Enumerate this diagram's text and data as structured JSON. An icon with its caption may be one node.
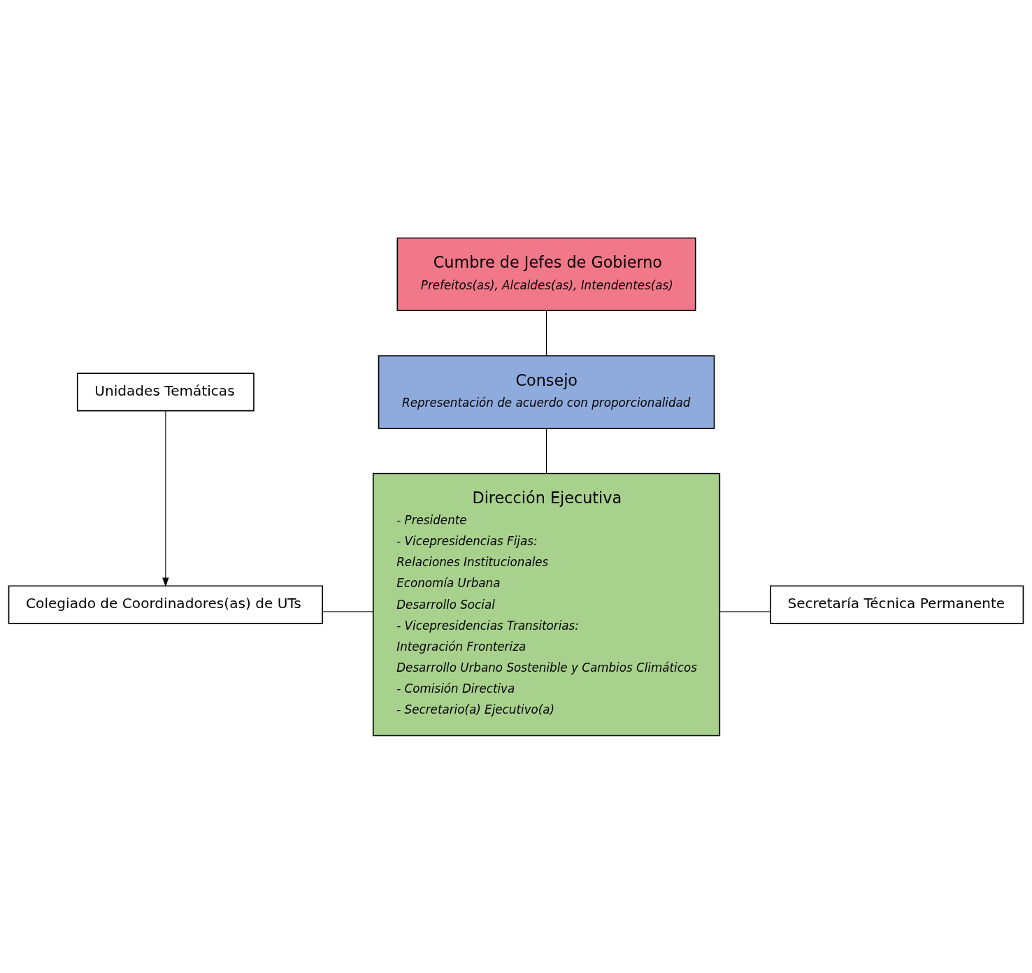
{
  "diagram": {
    "nodes": [
      {
        "text": [
          "Cumbre de Jefes de Gobierno",
          "Prefeitos(as), Alcaldes(as), Intendentes(as)"
        ]
      },
      {
        "text": [
          "Consejo",
          "Representación de acuerdo con proporcionalidad"
        ]
      },
      {
        "text": [
          "Dirección Ejecutiva",
          "- Presidente",
          "- Vicepresidencias Fijas:",
          "Relaciones Institucionales",
          "Economía Urbana",
          "Desarrollo Social",
          "- Vicepresidencias Transitorias:",
          "Integración Fronteriza",
          "Desarrollo Urbano Sostenible y Cambios Climáticos",
          "- Comisión Directiva",
          "- Secretario(a) Ejecutivo(a)"
        ]
      },
      {
        "text": [
          "Colegiado de Coordinadores(as) de UTs"
        ]
      },
      {
        "text": [
          "Unidades Temáticas"
        ]
      },
      {
        "text": [
          "Secretaría Técnica Permanente"
        ]
      }
    ],
    "edges": [
      {
        "from": 0,
        "to": 1,
        "arrow": "none"
      },
      {
        "from": 1,
        "to": 2,
        "arrow": "none"
      },
      {
        "from": 3,
        "to": 2,
        "arrow": "none"
      },
      {
        "from": 4,
        "to": 3,
        "arrow": "to"
      },
      {
        "from": 2,
        "to": 5,
        "arrow": "none"
      }
    ]
  }
}
